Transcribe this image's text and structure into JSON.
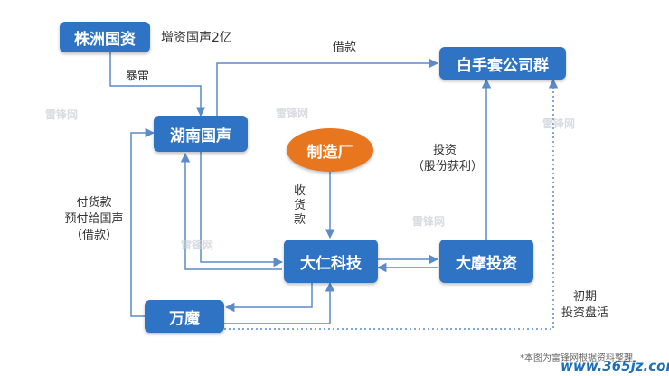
{
  "nodes": {
    "zhuzhou": "株洲国资",
    "hunan": "湖南国声",
    "baishou": "白手套公司群",
    "factory": "制造厂",
    "daren": "大仁科技",
    "damo": "大摩投资",
    "wanmo": "万魔"
  },
  "labels": {
    "capital_increase": "增资国声2亿",
    "explode": "暴雷",
    "loan": "借款",
    "invest_line1": "投资",
    "invest_line2": "（股份获利）",
    "payment": "收货款",
    "left_line1": "付货款",
    "left_line2": "预付给国声",
    "left_line3": "（借款）",
    "cashout_line1": "初期",
    "cashout_line2": "投资盘活"
  },
  "watermark": "雷锋网",
  "footnote": "*本图为雷锋网根据资料整理",
  "site": "www.365jz.com",
  "colors": {
    "node": "#2f74c4",
    "factory": "#e8761f",
    "line": "#5b8bc9"
  }
}
